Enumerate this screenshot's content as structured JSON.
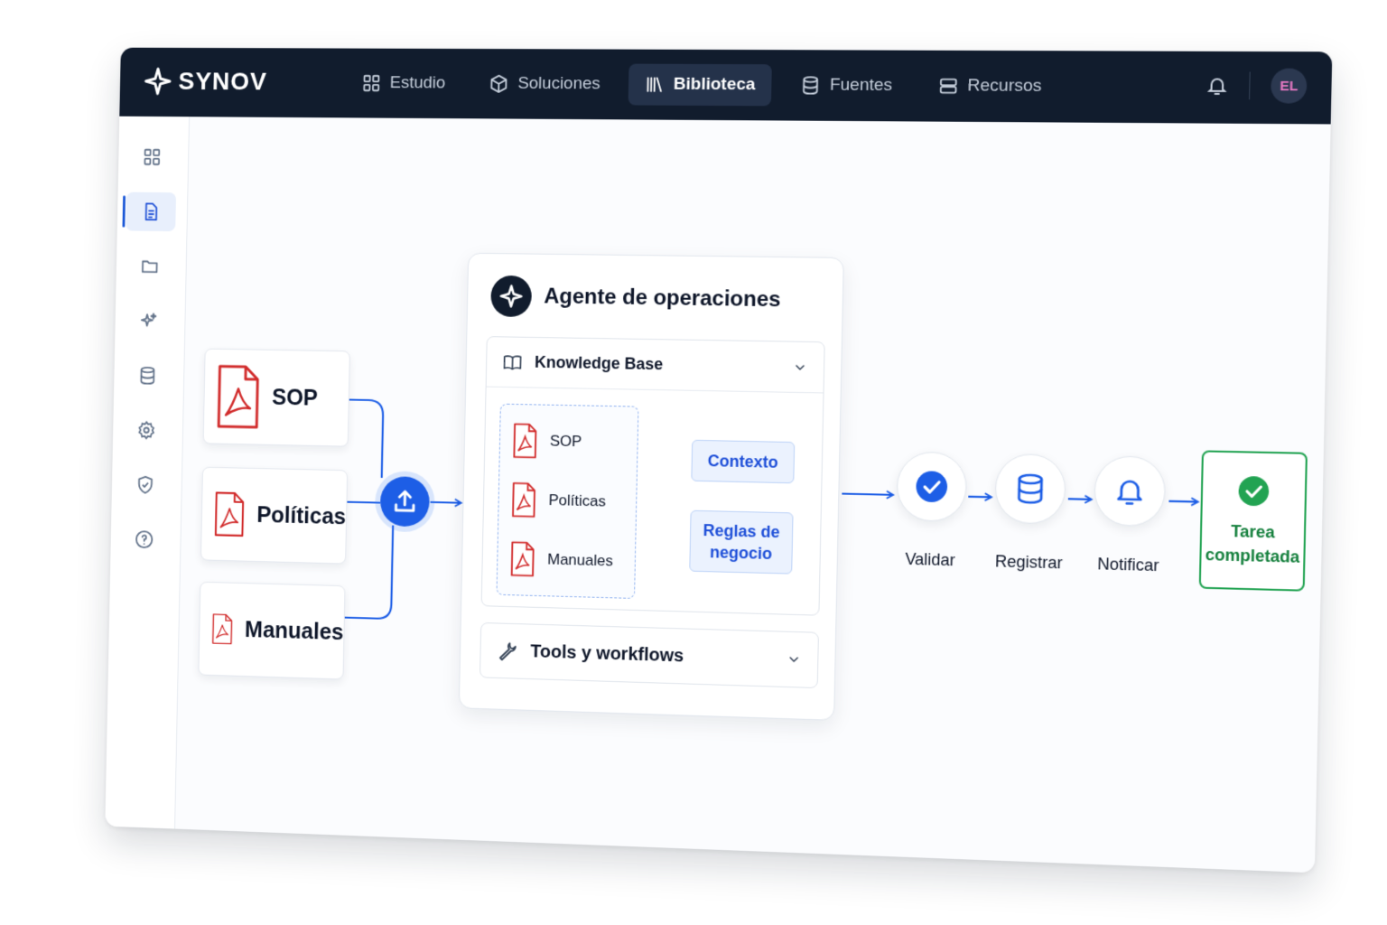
{
  "app": {
    "brand": "SYNOV"
  },
  "nav": {
    "items": [
      {
        "label": "Estudio",
        "icon": "grid-icon",
        "active": false
      },
      {
        "label": "Soluciones",
        "icon": "cube-icon",
        "active": false
      },
      {
        "label": "Biblioteca",
        "icon": "library-icon",
        "active": true
      },
      {
        "label": "Fuentes",
        "icon": "database-icon",
        "active": false
      },
      {
        "label": "Recursos",
        "icon": "server-icon",
        "active": false
      }
    ]
  },
  "user": {
    "initials": "EL"
  },
  "sidebar": {
    "items": [
      {
        "icon": "grid-icon",
        "active": false
      },
      {
        "icon": "document-icon",
        "active": true
      },
      {
        "icon": "folder-icon",
        "active": false
      },
      {
        "icon": "sparkles-icon",
        "active": false
      },
      {
        "icon": "database-icon",
        "active": false
      },
      {
        "icon": "gear-icon",
        "active": false
      },
      {
        "icon": "shield-icon",
        "active": false
      },
      {
        "icon": "help-icon",
        "active": false
      }
    ]
  },
  "sources": [
    {
      "label": "SOP",
      "icon": "pdf-icon"
    },
    {
      "label": "Políticas",
      "icon": "pdf-icon"
    },
    {
      "label": "Manuales",
      "icon": "pdf-icon"
    }
  ],
  "agent": {
    "title": "Agente de operaciones",
    "knowledge_base": {
      "title": "Knowledge Base",
      "files": [
        "SOP",
        "Políticas",
        "Manuales"
      ],
      "outputs": [
        "Contexto",
        "Reglas de negocio"
      ]
    },
    "tools": {
      "title": "Tools y workflows"
    }
  },
  "pipeline": {
    "steps": [
      {
        "label": "Validar",
        "icon": "check-circle-icon"
      },
      {
        "label": "Registrar",
        "icon": "database-icon"
      },
      {
        "label": "Notificar",
        "icon": "bell-icon"
      }
    ],
    "result": {
      "label": "Tarea completada",
      "icon": "check-circle-icon"
    }
  },
  "colors": {
    "topbar": "#111c2d",
    "accent": "#1d5ee6",
    "pdf_red": "#d12a2a",
    "success": "#22a352"
  }
}
